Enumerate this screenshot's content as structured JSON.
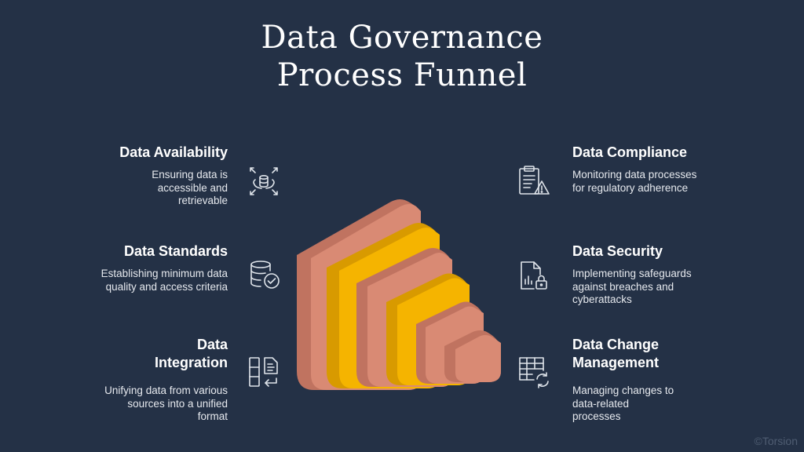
{
  "title": {
    "line1": "Data Governance",
    "line2": "Process Funnel"
  },
  "left_items": [
    {
      "heading": "Data Availability",
      "description": "Ensuring data is accessible and retrievable",
      "icon": "database-sync-icon"
    },
    {
      "heading": "Data Standards",
      "description": "Establishing minimum data quality and access criteria",
      "icon": "database-check-icon"
    },
    {
      "heading": "Data Integration",
      "description": "Unifying data from various sources into a unified format",
      "icon": "document-merge-icon"
    }
  ],
  "right_items": [
    {
      "heading": "Data Compliance",
      "description": "Monitoring data processes for regulatory adherence",
      "icon": "clipboard-warning-icon"
    },
    {
      "heading": "Data Security",
      "description": "Implementing safeguards against breaches and cyberattacks",
      "icon": "document-lock-icon"
    },
    {
      "heading": "Data Change Management",
      "description": "Managing changes to data-related processes",
      "icon": "table-refresh-icon"
    }
  ],
  "watermark": "©Torsion",
  "colors": {
    "background": "#243146",
    "salmon": "#d98a74",
    "salmon_dark": "#c07360",
    "gold": "#f5b400",
    "gold_dark": "#d89a00",
    "icon_stroke": "#dfe4ea"
  }
}
